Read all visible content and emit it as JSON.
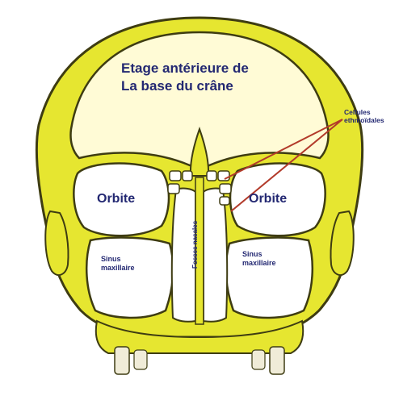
{
  "labels": {
    "title_line1": "Etage antérieure de",
    "title_line2": "La base du crâne",
    "orbit_left": "Orbite",
    "orbit_right": "Orbite",
    "sinus_left_line1": "Sinus",
    "sinus_left_line2": "maxillaire",
    "sinus_right_line1": "Sinus",
    "sinus_right_line2": "maxillaire",
    "fosses": "Fosses nasales",
    "cells_line1": "Cellules",
    "cells_line2": "ethmoïdales"
  },
  "colors": {
    "bone": "#e6e630",
    "outline": "#3e3c12",
    "cavity": "#ffffff",
    "teeth": "#f0ecd8",
    "label": "#232872",
    "pointer": "#b23a2a"
  }
}
